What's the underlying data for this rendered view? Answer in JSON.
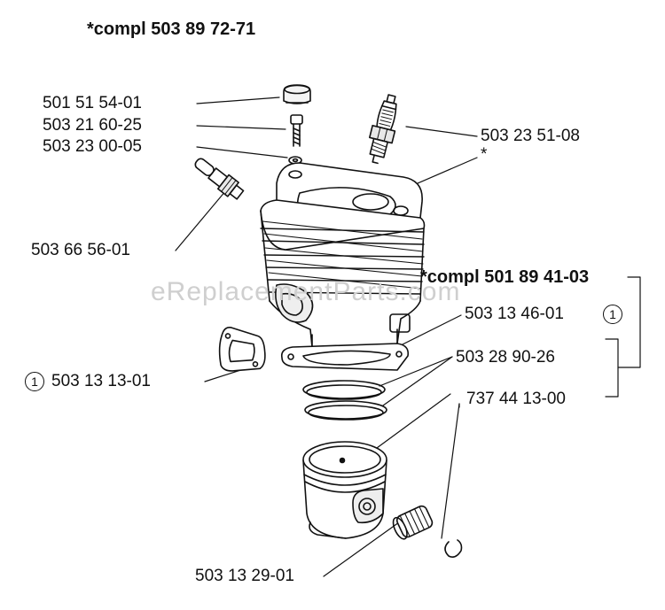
{
  "title": "*compl 503 89 72-71",
  "subassembly": "*compl 501 89 41-03",
  "watermark": "eReplacementParts.com",
  "parts": [
    {
      "number": "501 51 54-01"
    },
    {
      "number": "503 21 60-25"
    },
    {
      "number": "503 23 00-05"
    },
    {
      "number": "503 23 51-08"
    },
    {
      "number": "*"
    },
    {
      "number": "503 66 56-01"
    },
    {
      "number": "503 13 46-01",
      "note": "1"
    },
    {
      "number": "503 13 13-01",
      "note": "1"
    },
    {
      "number": "503 28 90-26"
    },
    {
      "number": "737 44 13-00"
    },
    {
      "number": "503 13 29-01"
    }
  ]
}
